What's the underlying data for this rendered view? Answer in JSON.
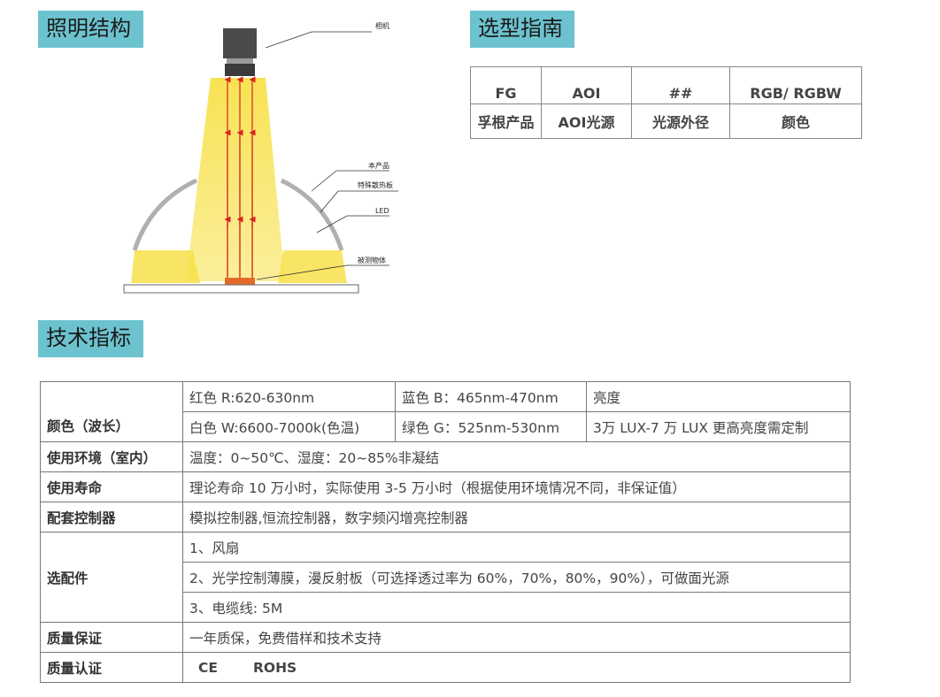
{
  "sections": {
    "structure_title": "照明结构",
    "guide_title": "选型指南",
    "specs_title": "技术指标"
  },
  "diagram": {
    "label_camera": "相机",
    "label_product": "本产品",
    "label_heatsink": "特殊散热板",
    "label_led": "LED",
    "label_object": "被测物体",
    "colors": {
      "light": "#f7e14a",
      "arrow": "#d9231f",
      "object": "#e46a2a",
      "camera": "#4a4a4a"
    }
  },
  "guide": {
    "header": [
      "FG",
      "AOI",
      "##",
      "RGB/ RGBW"
    ],
    "desc": [
      "孚根产品",
      "AOI光源",
      "光源外径",
      "颜色"
    ]
  },
  "specs": {
    "color_label": "颜色（波长）",
    "red": "红色 R:620-630nm",
    "blue": "蓝色 B：465nm-470nm",
    "brightness_label": "亮度",
    "white": "白色 W:6600-7000k(色温)",
    "green": "绿色 G：525nm-530nm",
    "brightness_value": "3万 LUX-7 万 LUX  更高亮度需定制",
    "env_label": "使用环境（室内）",
    "env_value": "温度：0~50℃、湿度：20~85%非凝结",
    "life_label": "使用寿命",
    "life_value": "理论寿命 10 万小时，实际使用 3-5 万小时（根据使用环境情况不同，非保证值）",
    "controller_label": "配套控制器",
    "controller_value": "模拟控制器,恒流控制器，数字频闪增亮控制器",
    "options_label": "选配件",
    "option1": "1、风扇",
    "option2": "2、光学控制薄膜，漫反射板（可选择透过率为 60%，70%，80%，90%），可做面光源",
    "option3": "3、电缆线: 5M",
    "warranty_label": "质量保证",
    "warranty_value": "一年质保，免费借样和技术支持",
    "cert_label": "质量认证",
    "cert1": "CE",
    "cert2": "ROHS"
  }
}
